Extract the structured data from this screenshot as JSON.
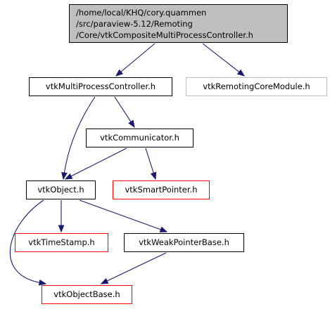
{
  "colors": {
    "edge": "#191970",
    "border_documented": "#000000",
    "border_undocumented": "#ff0000",
    "border_external": "#bfbfbf",
    "root_fill": "#bfbfbf",
    "text": "#000000",
    "external_text": "#000000"
  },
  "nodes": {
    "root": {
      "lines": [
        "/home/local/KHQ/cory.quammen",
        "/src/paraview-5.12/Remoting",
        "/Core/vtkCompositeMultiProcessController.h"
      ]
    },
    "multiprocess": {
      "label": "vtkMultiProcessController.h"
    },
    "remoting_core": {
      "label": "vtkRemotingCoreModule.h"
    },
    "communicator": {
      "label": "vtkCommunicator.h"
    },
    "object": {
      "label": "vtkObject.h"
    },
    "smart_pointer": {
      "label": "vtkSmartPointer.h"
    },
    "time_stamp": {
      "label": "vtkTimeStamp.h"
    },
    "weak_pointer_base": {
      "label": "vtkWeakPointerBase.h"
    },
    "object_base": {
      "label": "vtkObjectBase.h"
    }
  },
  "edges": [
    [
      "root",
      "multiprocess"
    ],
    [
      "root",
      "remoting_core"
    ],
    [
      "multiprocess",
      "communicator"
    ],
    [
      "multiprocess",
      "object"
    ],
    [
      "communicator",
      "object"
    ],
    [
      "communicator",
      "smart_pointer"
    ],
    [
      "object",
      "time_stamp"
    ],
    [
      "object",
      "weak_pointer_base"
    ],
    [
      "object",
      "object_base"
    ],
    [
      "weak_pointer_base",
      "object_base"
    ]
  ]
}
